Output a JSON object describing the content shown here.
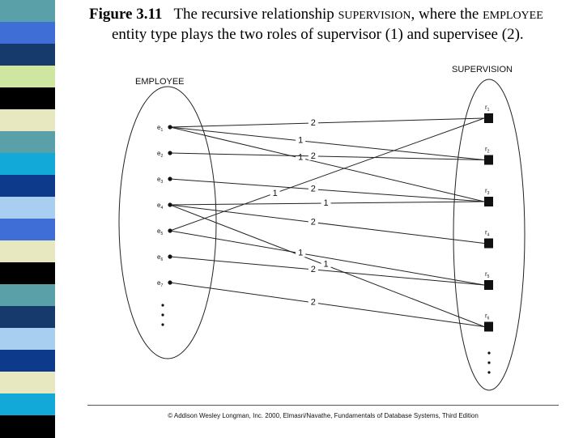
{
  "title": {
    "figure": "Figure 3.11",
    "text_before": "The recursive relationship ",
    "rel_name": "SUPERVISION",
    "text_mid": ", where the ",
    "entity_name": "EMPLOYEE",
    "line2": "entity type plays the two roles of supervisor (1) and supervisee (2)."
  },
  "employee_set": {
    "label": "EMPLOYEE",
    "entities": [
      {
        "base": "e",
        "sub": "1"
      },
      {
        "base": "e",
        "sub": "2"
      },
      {
        "base": "e",
        "sub": "3"
      },
      {
        "base": "e",
        "sub": "4"
      },
      {
        "base": "e",
        "sub": "5"
      },
      {
        "base": "e",
        "sub": "6"
      },
      {
        "base": "e",
        "sub": "7"
      }
    ]
  },
  "supervision_set": {
    "label": "SUPERVISION",
    "relationships": [
      {
        "base": "r",
        "sub": "1"
      },
      {
        "base": "r",
        "sub": "2"
      },
      {
        "base": "r",
        "sub": "3"
      },
      {
        "base": "r",
        "sub": "4"
      },
      {
        "base": "r",
        "sub": "5"
      },
      {
        "base": "r",
        "sub": "6"
      }
    ]
  },
  "links": [
    {
      "entity": 0,
      "rel": 0,
      "role": "2"
    },
    {
      "entity": 0,
      "rel": 2,
      "role": "1"
    },
    {
      "entity": 1,
      "rel": 1,
      "role": "2"
    },
    {
      "entity": 2,
      "rel": 2,
      "role": "2"
    },
    {
      "entity": 3,
      "rel": 3,
      "role": "2"
    },
    {
      "entity": 3,
      "rel": 5,
      "role": "1"
    },
    {
      "entity": 4,
      "rel": 0,
      "role": "1"
    },
    {
      "entity": 4,
      "rel": 4,
      "role": "1"
    },
    {
      "entity": 5,
      "rel": 4,
      "role": "2"
    },
    {
      "entity": 6,
      "rel": 5,
      "role": "2"
    },
    {
      "entity": 0,
      "rel": 1,
      "role": "1"
    },
    {
      "entity": 3,
      "rel": 2,
      "role": "1"
    }
  ],
  "footer": "© Addison Wesley Longman, Inc. 2000, Elmasri/Navathe, Fundamentals of Database Systems, Third Edition",
  "colors": {
    "stripe": [
      "#5aa0a8",
      "#3f6fd6",
      "#163a6b",
      "#cfe6a0",
      "#000000",
      "#e8e8c0",
      "#5aa0a8",
      "#12a8d8",
      "#0d3a8a",
      "#a8cfef",
      "#3f6fd6",
      "#e8e8c0",
      "#000000",
      "#5aa0a8",
      "#163a6b",
      "#a8cfef",
      "#0d3a8a",
      "#e8e8c0",
      "#12a8d8",
      "#000000"
    ]
  }
}
